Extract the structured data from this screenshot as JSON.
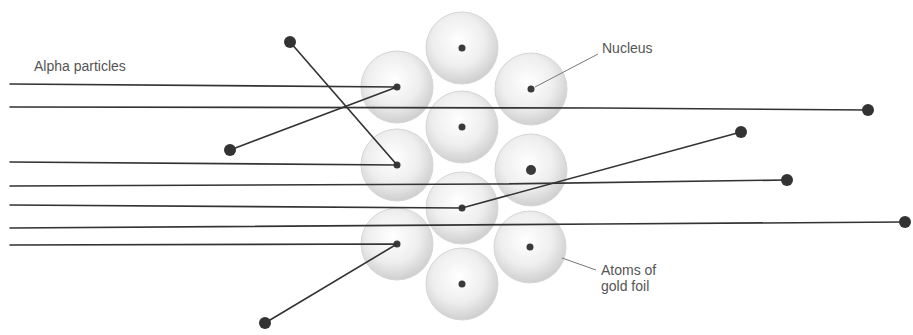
{
  "diagram": {
    "labels": [
      "Alpha particles",
      "Nucleus",
      "Atoms of gold foil"
    ]
  }
}
